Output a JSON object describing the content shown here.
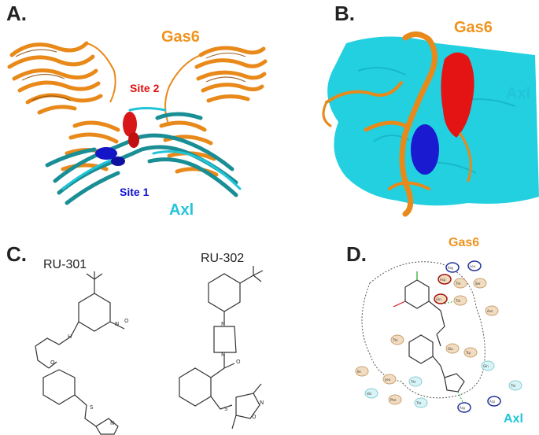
{
  "panels": {
    "a": {
      "label": "A.",
      "gas6": "Gas6",
      "axl": "Axl",
      "site1": "Site 1",
      "site2": "Site 2"
    },
    "b": {
      "label": "B.",
      "gas6": "Gas6",
      "axl": "Axl"
    },
    "c": {
      "label": "C.",
      "mol1": "RU-301",
      "mol2": "RU-302"
    },
    "d": {
      "label": "D.",
      "gas6": "Gas6",
      "axl": "Axl",
      "residues": [
        "Arg",
        "Leu",
        "Thr",
        "Ser",
        "Asp",
        "Gln",
        "Thr",
        "Asn",
        "Thr",
        "Glu",
        "Trp",
        "Gln",
        "Ile",
        "Leu",
        "Thr",
        "Val",
        "Phe",
        "Thr",
        "Arg",
        "Arg",
        "Thr"
      ]
    }
  },
  "colors": {
    "gas6": "#f0931e",
    "axl": "#22c4d8",
    "site1": "#1010d0",
    "site2": "#e01010"
  }
}
